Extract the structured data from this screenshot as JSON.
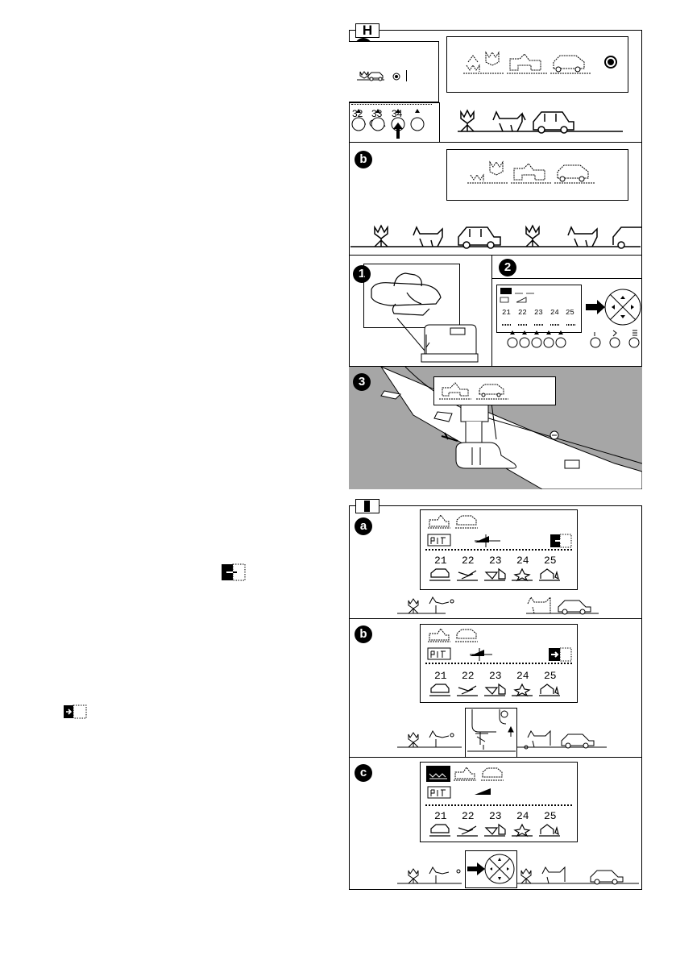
{
  "section_h": {
    "tag": "H",
    "panel_a": {
      "marker": "a",
      "stitch_numbers": [
        "32",
        "33",
        "34"
      ]
    },
    "panel_b": {
      "marker": "b"
    },
    "step1": {
      "marker": "1"
    },
    "step2": {
      "marker": "2",
      "stitch_numbers": [
        "21",
        "22",
        "23",
        "24",
        "25"
      ]
    },
    "step3": {
      "marker": "3"
    }
  },
  "section_i": {
    "tag": "I",
    "panels": [
      {
        "marker": "a",
        "stitch_numbers": [
          "21",
          "22",
          "23",
          "24",
          "25"
        ]
      },
      {
        "marker": "b",
        "stitch_numbers": [
          "21",
          "22",
          "23",
          "24",
          "25"
        ]
      },
      {
        "marker": "c",
        "stitch_numbers": [
          "21",
          "22",
          "23",
          "24",
          "25"
        ]
      }
    ]
  },
  "icons": {
    "tulip": "tulip-icon",
    "dog": "dog-icon",
    "car": "car-icon",
    "memory_button": "memory-button-icon",
    "arrow_key": "arrow-key-icon",
    "nav_wheel": "navigation-wheel-icon",
    "presser_foot": "presser-foot-icon"
  }
}
